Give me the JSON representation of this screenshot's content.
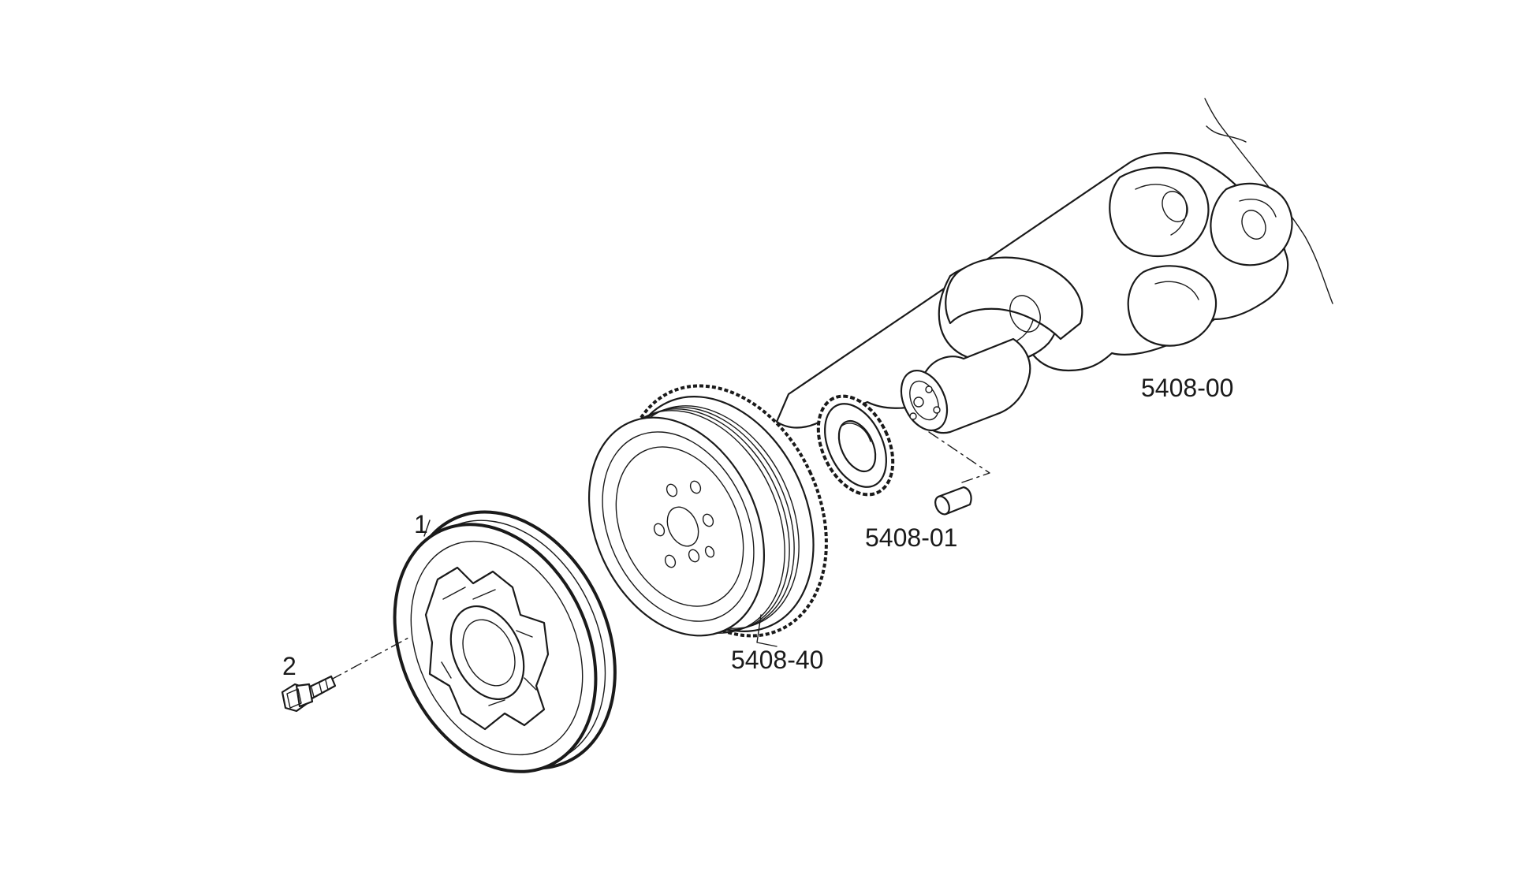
{
  "diagram": {
    "callouts": {
      "pulley": "1",
      "bolt": "2",
      "damper": "5408-40",
      "gear_key": "5408-01",
      "crankshaft": "5408-00"
    }
  }
}
